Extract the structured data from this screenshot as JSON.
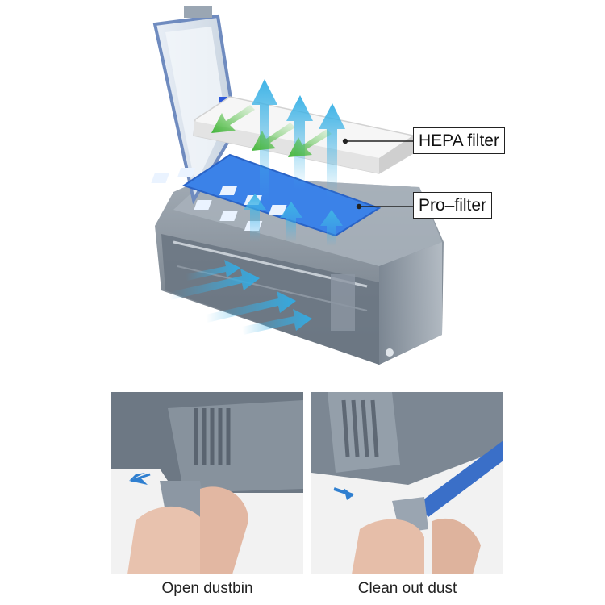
{
  "callouts": {
    "hepa": "HEPA filter",
    "pro": "Pro–filter"
  },
  "captions": {
    "open": "Open dustbin",
    "clean": "Clean out dust"
  },
  "colors": {
    "airflow_blue": "#3fb3e6",
    "airflow_green": "#5cc84a",
    "filter_blue": "#3b82e8",
    "bin_grey": "#6f7a87"
  }
}
